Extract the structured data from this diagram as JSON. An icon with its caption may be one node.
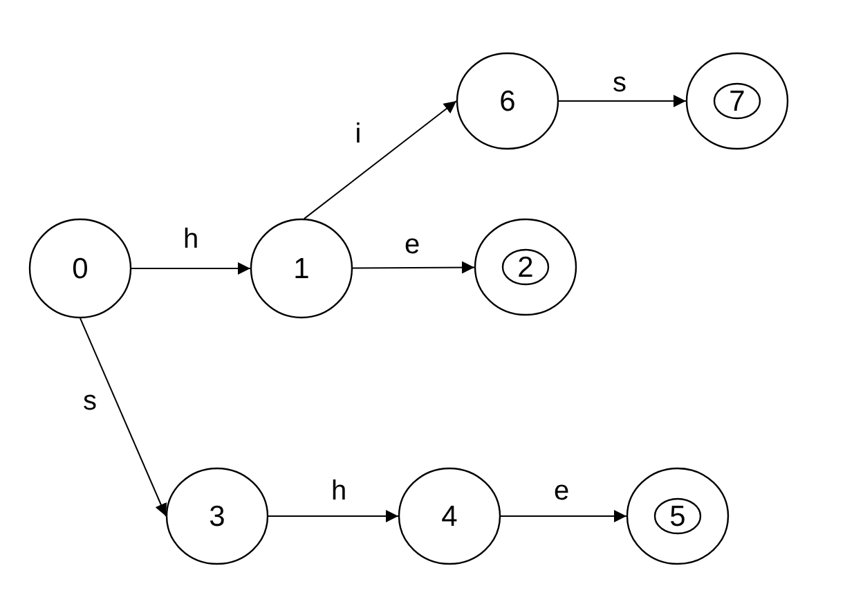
{
  "diagram": {
    "nodes": [
      {
        "text": [
          "6"
        ]
      },
      {
        "text": [],
        "shape": "circle"
      },
      {
        "text": [
          "7"
        ],
        "in": 1
      },
      {
        "text": [
          "0"
        ]
      },
      {
        "text": [
          "1"
        ]
      },
      {
        "text": [],
        "shape": "circle"
      },
      {
        "text": [
          "2"
        ],
        "in": 5
      },
      {
        "text": [
          "3"
        ]
      },
      {
        "text": [
          "4"
        ]
      },
      {
        "text": [],
        "shape": "circle"
      },
      {
        "text": [
          "5"
        ],
        "in": 9
      }
    ],
    "edges": [
      {
        "from": 3,
        "to": 4,
        "arrow": "to",
        "label": "h"
      },
      {
        "from": 4,
        "to": 0,
        "arrow": "to",
        "label": "i"
      },
      {
        "from": 0,
        "to": 1,
        "arrow": "to",
        "label": "s"
      },
      {
        "from": 4,
        "to": 5,
        "arrow": "to",
        "label": "e"
      },
      {
        "from": 3,
        "to": 7,
        "arrow": "to",
        "label": "s"
      },
      {
        "from": 7,
        "to": 8,
        "arrow": "to",
        "label": "h"
      },
      {
        "from": 8,
        "to": 9,
        "arrow": "to",
        "label": "e"
      }
    ]
  }
}
